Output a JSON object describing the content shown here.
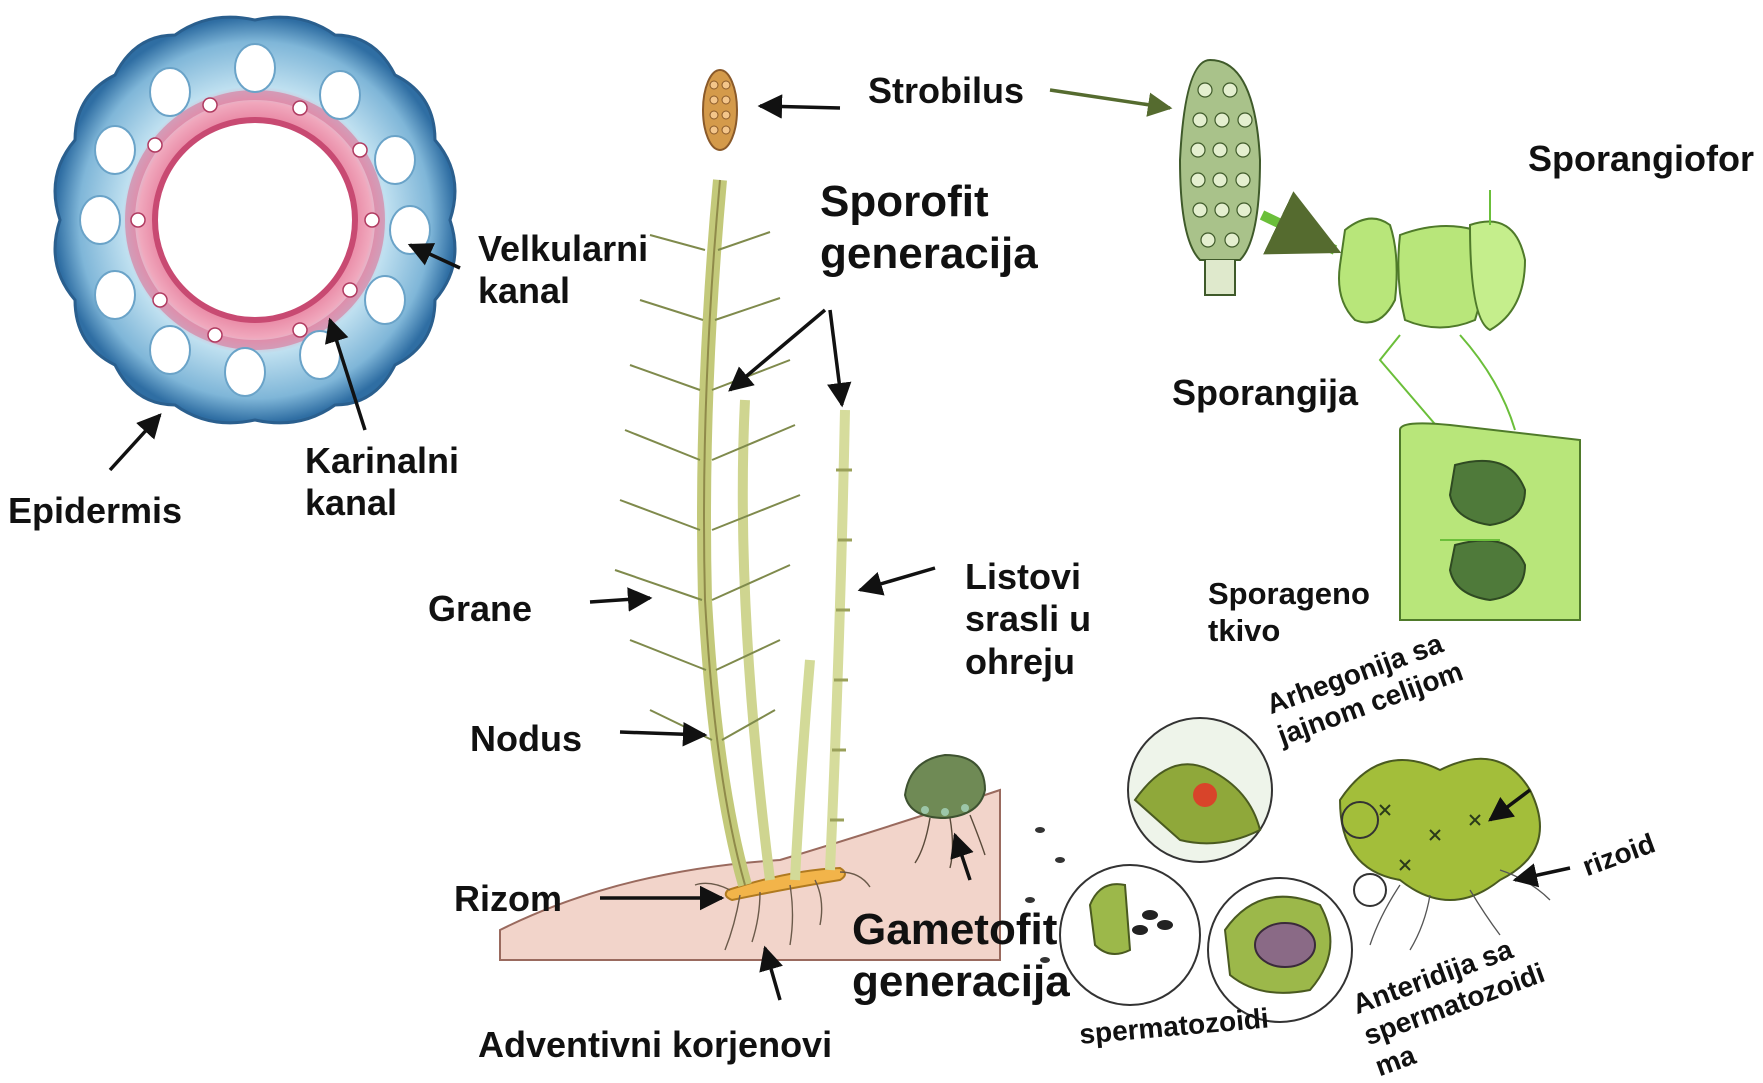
{
  "labels": {
    "strobilus": "Strobilus",
    "sporofit": "Sporofit\ngeneracija",
    "velkularni": "Velkularni\nkanal",
    "karinalni": "Karinalni\nkanal",
    "epidermis": "Epidermis",
    "grane": "Grane",
    "nodus": "Nodus",
    "rizom": "Rizom",
    "adventivni": "Adventivni korjenovi",
    "listovi": "Listovi\nsrasli u\nohreju",
    "gametofit": "Gametofit\ngeneracija",
    "sporangiofor": "Sporangiofor",
    "sporangija": "Sporangija",
    "sporageno": "Sporageno\ntkivo",
    "arhegonija": "Arhegonija sa\njajnom celijom",
    "rizoid": "rizoid",
    "anteridija": "Anteridija sa\nspermatozoidi\nma",
    "spermatozoidi": "spermatozoidi"
  },
  "colors": {
    "text": "#111111",
    "arrow": "#111111",
    "arrow_green": "#556b2f",
    "stem": "#c9d27a",
    "section_outer": "#3f7fb0",
    "section_inner": "#d65f86",
    "sporangium": "#b8e67a",
    "gametophyte": "#8fa83a",
    "soil": "#e8c2b6",
    "rhizome": "#f0b040"
  }
}
